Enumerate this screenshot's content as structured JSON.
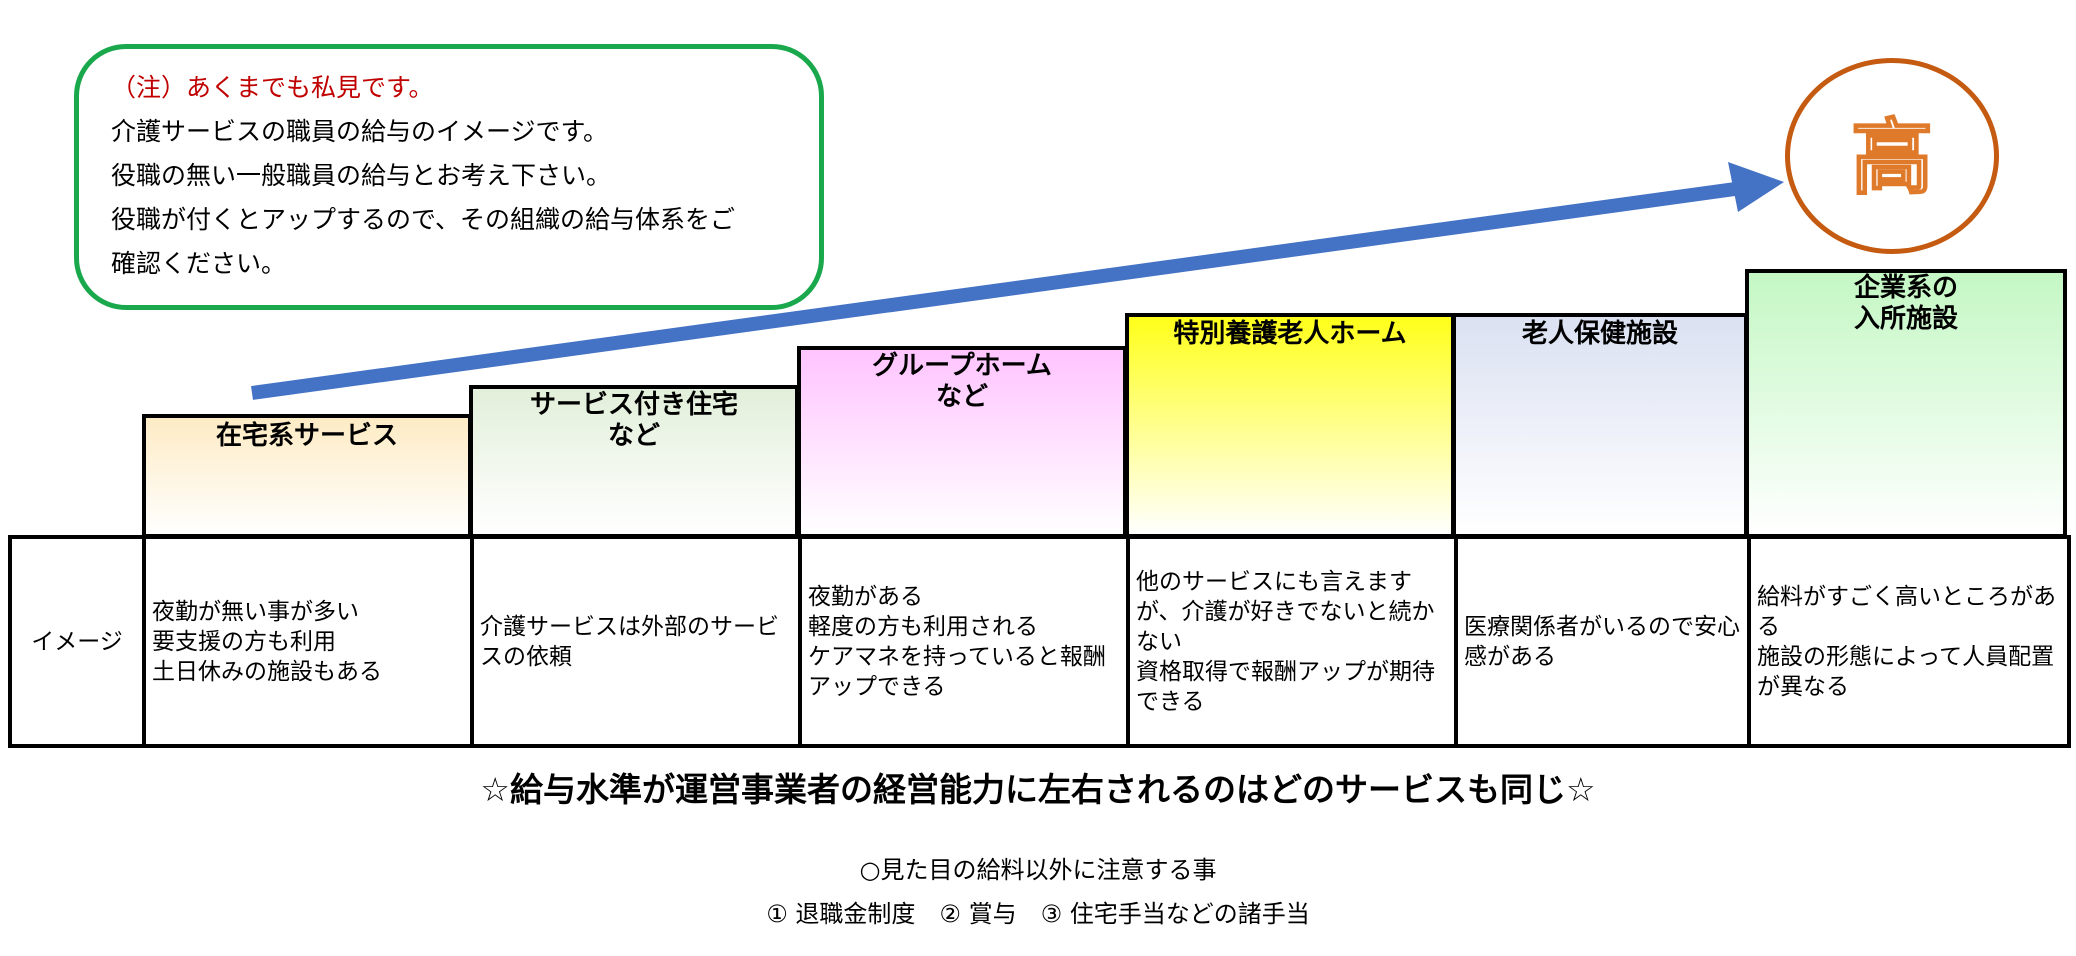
{
  "note": {
    "lines": [
      {
        "text": "（注）あくまでも私見です。",
        "color": "#c00000"
      },
      {
        "text": "介護サービスの職員の給与のイメージです。"
      },
      {
        "text": "役職の無い一般職員の給与とお考え下さい。"
      },
      {
        "text": "役職が付くとアップするので、その組織の給与体系をご"
      },
      {
        "text": "確認ください。"
      }
    ],
    "border_color": "#1aa84c"
  },
  "arrow": {
    "color": "#4472c4"
  },
  "high_label": {
    "text": "高",
    "circle_color": "#c55a11",
    "text_outline": "#e07a2b"
  },
  "steps": [
    {
      "title": "在宅系サービス",
      "color": "#fdebc4"
    },
    {
      "title": "サービス付き住宅\nなど",
      "color": "#e2efda"
    },
    {
      "title": "グループホーム\nなど",
      "color": "#ffc4ff"
    },
    {
      "title": "特別養護老人ホーム",
      "color": "#ffff1a"
    },
    {
      "title": "老人保健施設",
      "color": "#dbe1f2"
    },
    {
      "title": "企業系の\n入所施設",
      "color": "#c4f7c4"
    }
  ],
  "table": {
    "row_label": "イメージ",
    "cells": [
      [
        "夜勤が無い事が多い",
        "要支援の方も利用",
        "土日休みの施設もある"
      ],
      [
        "介護サービスは外部のサービスの依頼"
      ],
      [
        "夜勤がある",
        "軽度の方も利用される",
        "ケアマネを持っていると報酬アップできる"
      ],
      [
        "他のサービスにも言えますが、介護が好きでないと続かない",
        "資格取得で報酬アップが期待できる"
      ],
      [
        "医療関係者がいるので安心感がある"
      ],
      [
        "給料がすごく高いところがある",
        "施設の形態によって人員配置が異なる"
      ]
    ]
  },
  "footer": {
    "main": "☆給与水準が運営事業者の経営能力に左右されるのはどのサービスも同じ☆",
    "check_title": "○見た目の給料以外に注意する事",
    "check_items": "① 退職金制度　② 賞与　③ 住宅手当などの諸手当"
  }
}
